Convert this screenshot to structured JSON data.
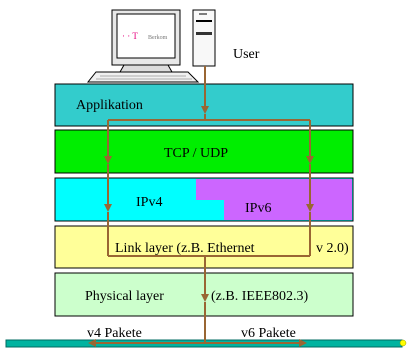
{
  "user": {
    "label": "User",
    "monitor_logo_prefix": "· · T",
    "monitor_logo_text": "Berkom"
  },
  "layers": {
    "application": "Applikation",
    "transport": "TCP / UDP",
    "ipv4": "IPv4",
    "ipv6": "IPv6",
    "link_left": "Link layer (z.B. Ethernet",
    "link_right": "v 2.0)",
    "physical_left": "Physical layer",
    "physical_right": "(z.B. IEEE802.3)"
  },
  "network": {
    "v4_label": "v4 Pakete",
    "v6_label": "v6 Pakete"
  },
  "colors": {
    "application": "#33cccc",
    "transport": "#00ee00",
    "ipv4": "#00ffff",
    "ipv6": "#cc66ff",
    "link": "#ffff99",
    "physical": "#ccffcc",
    "cable": "#00b3a0",
    "arrow": "#996633",
    "logo_magenta": "#e6007e"
  }
}
